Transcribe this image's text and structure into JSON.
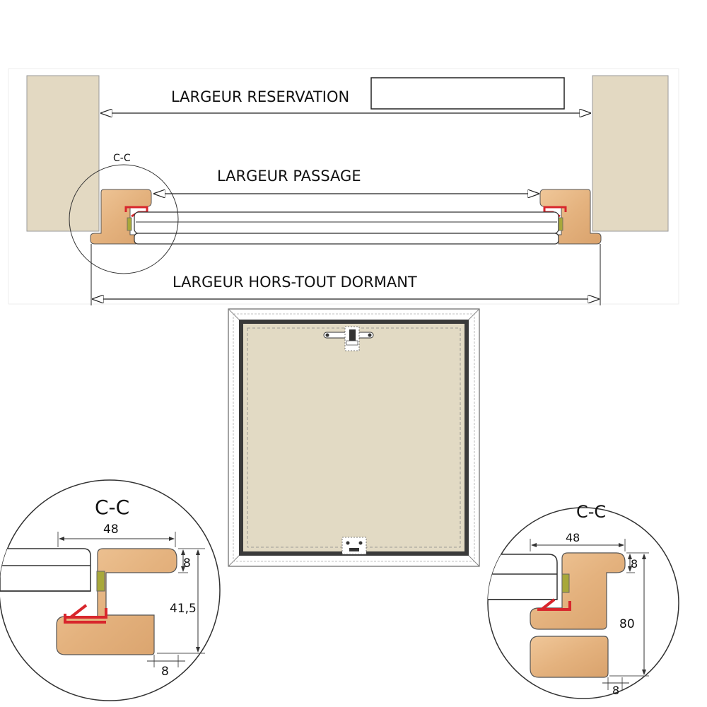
{
  "top_view": {
    "label_reservation": "LARGEUR RESERVATION",
    "label_passage": "LARGEUR PASSAGE",
    "label_hors_tout": "LARGEUR HORS-TOUT DORMANT",
    "section_marker": "C-C"
  },
  "detail_left": {
    "title": "C-C",
    "dim_width": "48",
    "dim_top": "8",
    "dim_height": "41,5",
    "dim_bottom": "8"
  },
  "detail_right": {
    "title": "C-C",
    "dim_width": "48",
    "dim_top": "8",
    "dim_height": "80",
    "dim_bottom": "8"
  },
  "colors": {
    "wall": "#e3d9c2",
    "wood": "#e7b886",
    "panel": "#e2dac4",
    "frame": "#3a3a3a",
    "seal_red": "#d8262c",
    "seal_green": "#a8a83a"
  }
}
